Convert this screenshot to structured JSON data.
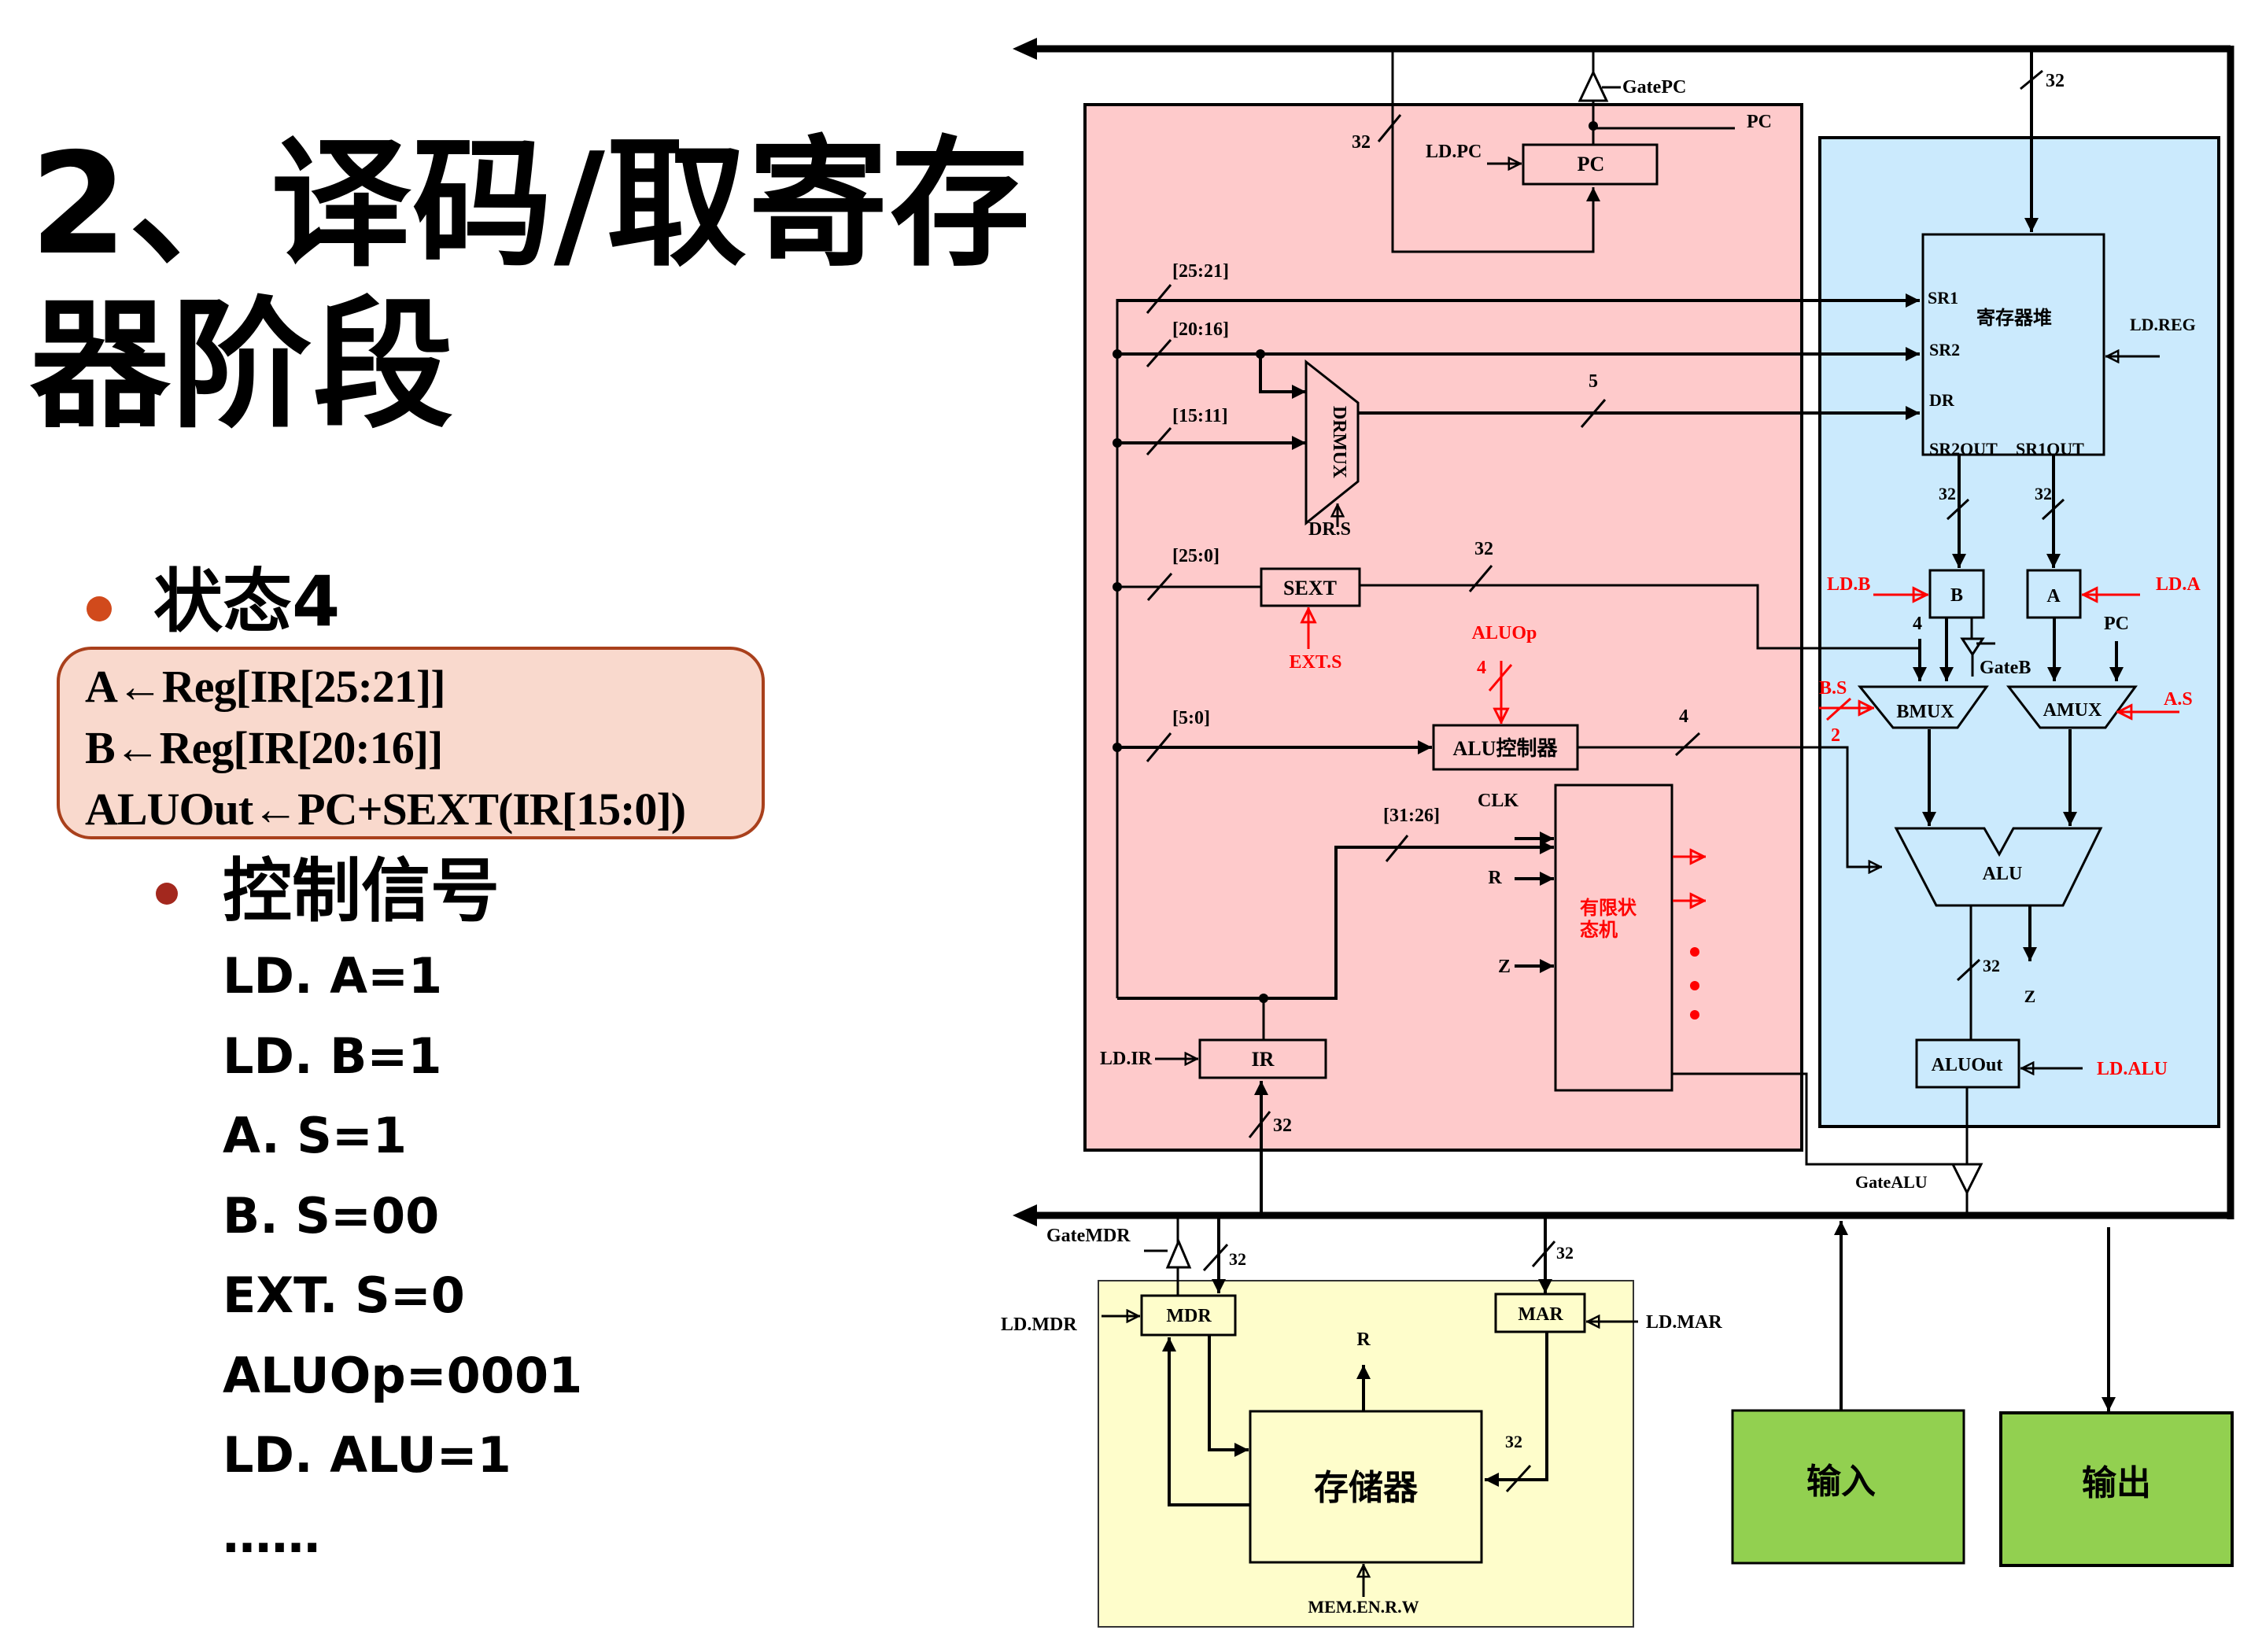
{
  "slide": {
    "title_line1": "2、译码/取寄存",
    "title_line2": "器阶段",
    "state_heading": "状态4",
    "rtl": [
      "A←Reg[IR[25:21]]",
      "B←Reg[IR[20:16]]",
      "ALUOut←PC+SEXT(IR[15:0])"
    ],
    "control_heading": "控制信号",
    "control_signals": [
      "LD. A=1",
      "LD. B=1",
      "A. S=1",
      "B. S=00",
      "EXT. S=0",
      "ALUOp=0001",
      "LD. ALU=1",
      "……"
    ]
  },
  "diagram": {
    "colors": {
      "control_unit_fill": "#fecacb",
      "datapath_fill": "#cbeafd",
      "memory_fill": "#fefdcb",
      "io_fill": "#92d050",
      "signal_red": "#ff0000",
      "rtl_box_fill": "#f9d9cd",
      "rtl_box_border": "#a9401c"
    },
    "labels": {
      "gate_pc": "GatePC",
      "pc_out": "PC",
      "ld_pc": "LD.PC",
      "pc": "PC",
      "w32": "32",
      "w5": "5",
      "w4": "4",
      "w2": "2",
      "ir_25_21": "[25:21]",
      "ir_20_16": "[20:16]",
      "ir_15_11": "[15:11]",
      "ir_25_0": "[25:0]",
      "ir_5_0": "[5:0]",
      "ir_31_26": "[31:26]",
      "drmux": "DRMUX",
      "dr_s": "DR.S",
      "sext": "SEXT",
      "ext_s": "EXT.S",
      "aluop": "ALUOp",
      "alu_ctrl": "ALU控制器",
      "clk": "CLK",
      "r": "R",
      "z": "Z",
      "fsm_line1": "有限状",
      "fsm_line2": "态机",
      "ld_ir": "LD.IR",
      "ir": "IR",
      "regfile": "寄存器堆",
      "sr1": "SR1",
      "sr2": "SR2",
      "dr": "DR",
      "sr2out": "SR2OUT",
      "sr1out": "SR1OUT",
      "ld_reg": "LD.REG",
      "ld_b": "LD.B",
      "ld_a": "LD.A",
      "b": "B",
      "a": "A",
      "four": "4",
      "pc_in": "PC",
      "gate_b": "GateB",
      "b_s": "B.S",
      "a_s": "A.S",
      "bmux": "BMUX",
      "amux": "AMUX",
      "alu": "ALU",
      "alu_z": "Z",
      "aluout": "ALUOut",
      "ld_alu": "LD.ALU",
      "gate_alu": "GateALU",
      "gate_mdr": "GateMDR",
      "ld_mdr": "LD.MDR",
      "mdr": "MDR",
      "mar": "MAR",
      "ld_mar": "LD.MAR",
      "mem_r": "R",
      "memory": "存储器",
      "mem_en_rw": "MEM.EN.R.W",
      "input": "输入",
      "output": "输出"
    }
  }
}
